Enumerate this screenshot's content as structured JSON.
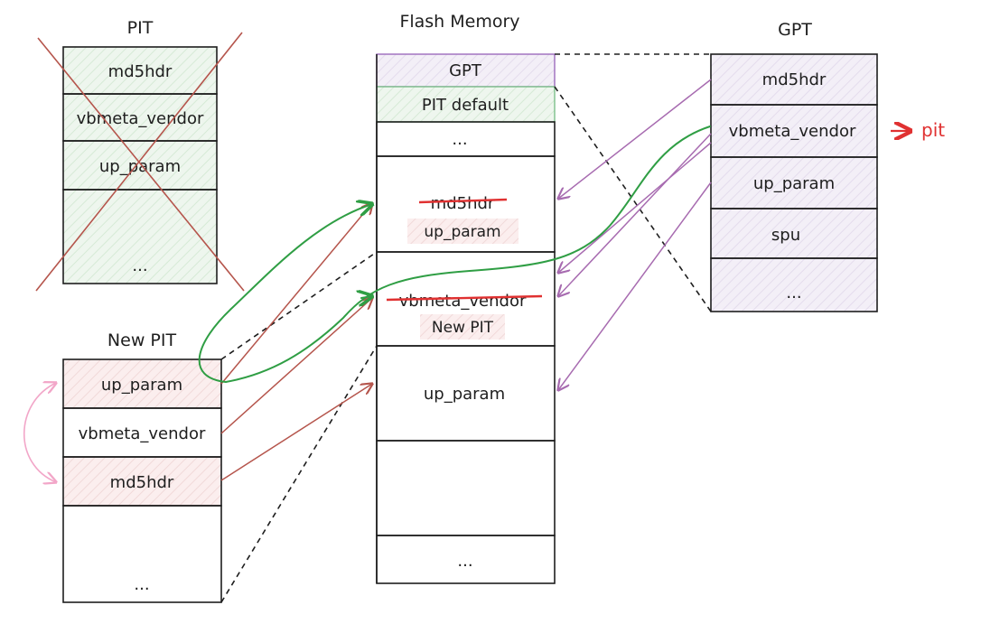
{
  "colors": {
    "stroke": "#1e1e1e",
    "green_fill": "#eef6ee",
    "green_stroke": "#2f9e44",
    "red_fill": "#fbeeee",
    "purple_fill": "#f3eef8",
    "purple_stroke": "#9c6bbd",
    "brown_arrow": "#b5554c",
    "magenta_arrow": "#a76bb0",
    "pink_arrow": "#f2a6c8",
    "red": "#e03131",
    "cross": "#b5554c"
  },
  "pit_old": {
    "title": "PIT",
    "cells": [
      "md5hdr",
      "vbmeta_vendor",
      "up_param",
      "..."
    ],
    "crossed_out": true
  },
  "new_pit": {
    "title": "New PIT",
    "cells": [
      "up_param",
      "vbmeta_vendor",
      "md5hdr",
      "..."
    ]
  },
  "flash": {
    "title": "Flash Memory",
    "gpt_label": "GPT",
    "pit_default_label": "PIT default",
    "dots_top": "...",
    "slot1_struck": "md5hdr",
    "slot1_label": "up_param",
    "slot2_struck": "vbmeta_vendor",
    "slot2_label": "New PIT",
    "slot3_label": "up_param",
    "dots_bottom": "..."
  },
  "gpt": {
    "title": "GPT",
    "cells": [
      "md5hdr",
      "vbmeta_vendor",
      "up_param",
      "spu",
      "..."
    ],
    "annotation": "pit"
  }
}
